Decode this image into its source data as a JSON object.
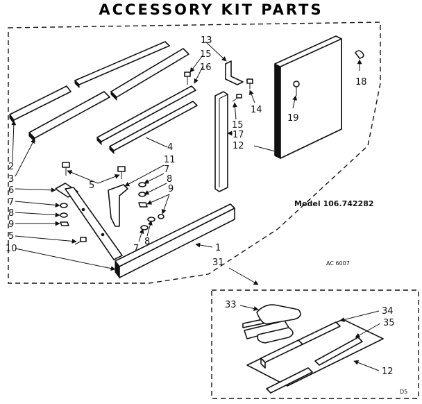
{
  "title": "ACCESSORY KIT PARTS",
  "model": "Model 106.742282",
  "code_main": "AC 6007",
  "code_inset": "D5",
  "labels": {
    "l2": "2",
    "l3": "3",
    "l4": "4",
    "l5a": "5",
    "l5b": "5",
    "l6": "6",
    "l7a": "7",
    "l7b": "7",
    "l7c": "7",
    "l8a": "8",
    "l8b": "8",
    "l8c": "8",
    "l9a": "9",
    "l9b": "9",
    "l10": "10",
    "l11": "11",
    "l12a": "12",
    "l12b": "12",
    "l13": "13",
    "l14": "14",
    "l15a": "15",
    "l15b": "15",
    "l16": "16",
    "l17": "17",
    "l18": "18",
    "l19": "19",
    "l1": "1",
    "l31": "31",
    "l33": "33",
    "l34": "34",
    "l35": "35"
  }
}
